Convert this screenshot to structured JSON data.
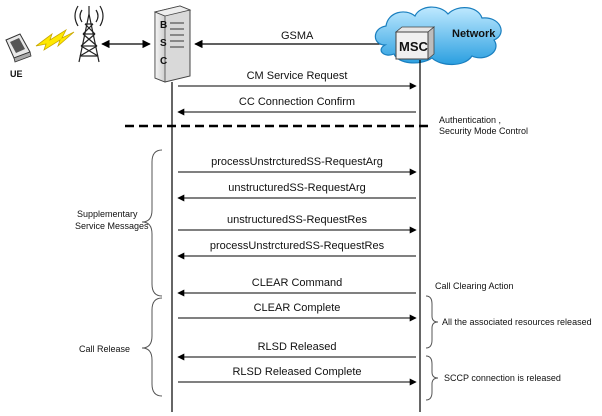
{
  "nodes": {
    "ue": "UE",
    "bsc_letters": [
      "B",
      "S",
      "C"
    ],
    "msc": "MSC",
    "network": "Network",
    "link_label": "GSMA"
  },
  "messages": [
    {
      "label": "CM Service Request",
      "dir": "right"
    },
    {
      "label": "CC Connection Confirm",
      "dir": "left"
    },
    {
      "label": "processUnstrcturedSS-RequestArg",
      "dir": "right"
    },
    {
      "label": "unstructuredSS-RequestArg",
      "dir": "left"
    },
    {
      "label": "unstructuredSS-RequestRes",
      "dir": "right"
    },
    {
      "label": "processUnstrcturedSS-RequestRes",
      "dir": "left"
    },
    {
      "label": "CLEAR Command",
      "dir": "left"
    },
    {
      "label": "CLEAR Complete",
      "dir": "right"
    },
    {
      "label": "RLSD Released",
      "dir": "left"
    },
    {
      "label": "RLSD Released Complete",
      "dir": "right"
    }
  ],
  "left_groups": {
    "supplementary": [
      "Supplementary",
      "Service Messages"
    ],
    "release": "Call Release"
  },
  "right_notes": {
    "authentication": [
      "Authentication ,",
      "Security Mode Control"
    ],
    "clearing": "Call Clearing Action",
    "resources": "All the  associated resources released",
    "sccp": "SCCP connection  is released"
  }
}
